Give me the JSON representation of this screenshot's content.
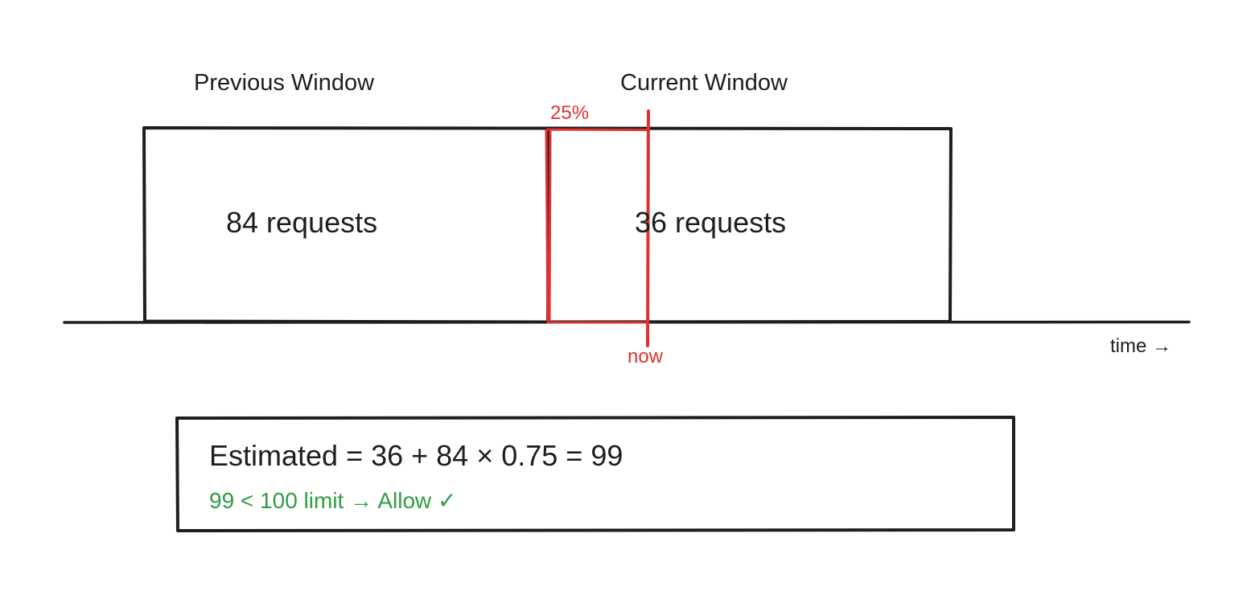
{
  "windows": {
    "previous": {
      "title": "Previous Window",
      "count_label": "84 requests"
    },
    "current": {
      "title": "Current Window",
      "count_label": "36 requests"
    }
  },
  "overlap": {
    "percent_label": "25%",
    "now_label": "now"
  },
  "axis": {
    "label": "time →"
  },
  "result": {
    "formula": "Estimated = 36 + 84 × 0.75 = 99",
    "verdict": "99 < 100 limit → Allow ✓"
  },
  "colors": {
    "ink": "#1e1e1e",
    "highlight": "#e03131",
    "success": "#2f9e44"
  }
}
